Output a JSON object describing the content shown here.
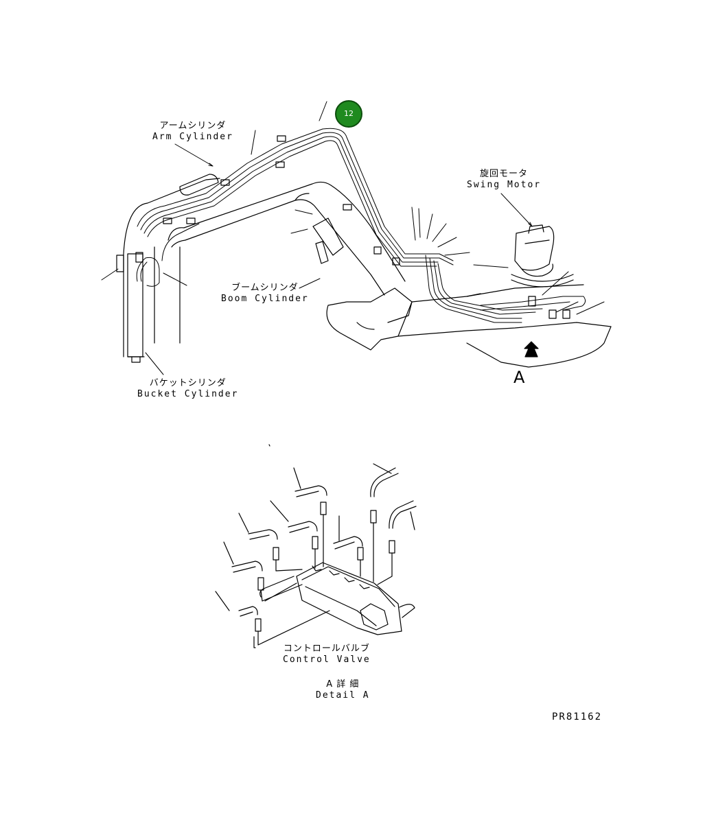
{
  "callout": {
    "number": "12"
  },
  "labels": {
    "arm_cylinder": {
      "jp": "アームシリンダ",
      "en": "Arm Cylinder"
    },
    "swing_motor": {
      "jp": "旋回モータ",
      "en": "Swing Motor"
    },
    "boom_cylinder": {
      "jp": "ブームシリンダ",
      "en": "Boom Cylinder"
    },
    "bucket_cylinder": {
      "jp": "バケットシリンダ",
      "en": "Bucket Cylinder"
    },
    "control_valve": {
      "jp": "コントロールバルブ",
      "en": "Control Valve"
    },
    "detail_a": {
      "jp": "A 詳 細",
      "en": "Detail A"
    }
  },
  "view_letter": "A",
  "drawing_number": "PR81162",
  "colors": {
    "callout_fill": "#1f8a1f",
    "line": "#000000"
  }
}
